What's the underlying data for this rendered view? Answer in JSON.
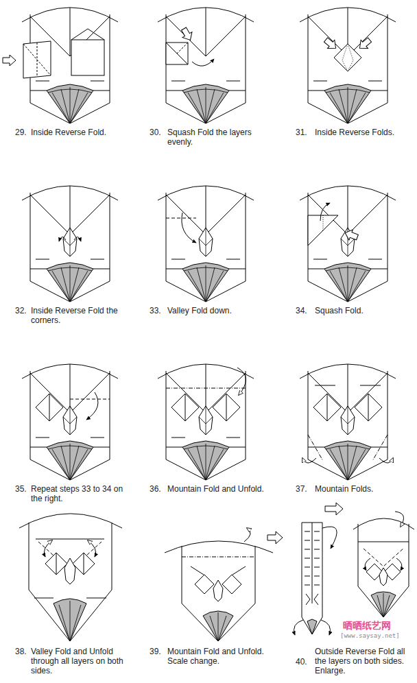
{
  "diagram": {
    "labels": [
      "29.",
      "Inside Reverse Fold.",
      "30.",
      "Squash Fold the layers evenly.",
      "31.",
      "Inside Reverse Folds.",
      "32.",
      "Inside Reverse Fold the corners.",
      "33.",
      "Valley Fold down.",
      "34.",
      "Squash Fold.",
      "35.",
      "Repeat steps 33 to 34 on the right.",
      "36.",
      "Mountain Fold and Unfold.",
      "37.",
      "Mountain Folds.",
      "38.",
      "Valley Fold and Unfold through all layers on both sides.",
      "39.",
      "Mountain Fold and Unfold. Scale change.",
      "40.",
      "Outside Reverse Fold all the layers on both sides. Enlarge.",
      "晒晒纸艺网",
      "[www.saysay.net]"
    ]
  }
}
